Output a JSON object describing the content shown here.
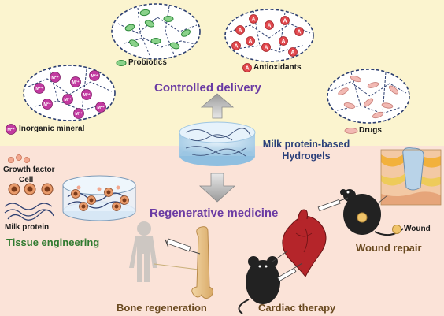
{
  "top": {
    "probiotics": "Probiotics",
    "antioxidants": "Antioxidants",
    "antioxidant_symbol": "A",
    "inorganic_mineral": "Inorganic mineral",
    "mineral_symbol": "M²⁺",
    "drugs": "Drugs",
    "controlled_delivery": "Controlled delivery"
  },
  "center": {
    "hydrogel_line1": "Milk protein-based",
    "hydrogel_line2": "Hydrogels",
    "regenerative_medicine": "Regenerative medicine"
  },
  "bottom": {
    "growth_factor": "Growth factor",
    "cell": "Cell",
    "milk_protein": "Milk protein",
    "tissue_engineering": "Tissue engineering",
    "bone_regeneration": "Bone regeneration",
    "cardiac_therapy": "Cardiac therapy",
    "wound": "Wound",
    "wound_repair": "Wound repair"
  },
  "colors": {
    "top_bg": "#fbf4cf",
    "bottom_bg": "#fbe3d8",
    "title_purple": "#6a3aa3",
    "tissue_green": "#2f7a2f",
    "brown": "#6a4a20",
    "navy": "#2a3f7a"
  }
}
